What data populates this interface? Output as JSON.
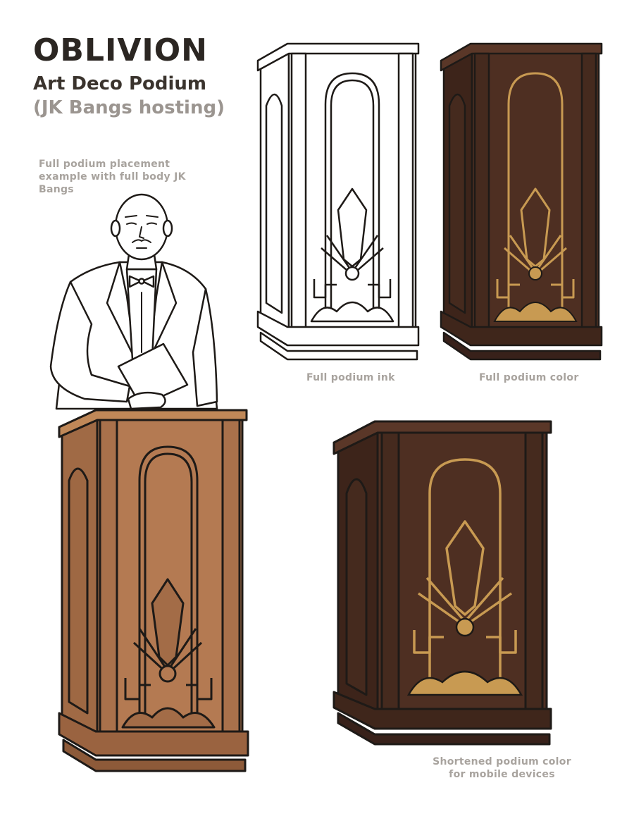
{
  "header": {
    "title": "OBLIVION",
    "subtitle_line1": "Art Deco Podium",
    "subtitle_line2": "(JK Bangs hosting)"
  },
  "captions": {
    "placement": "Full podium placement example with full body JK Bangs",
    "ink": "Full podium ink",
    "color": "Full podium color",
    "shortened": "Shortened podium color for mobile devices"
  },
  "colors": {
    "ink": "#1e1a17",
    "light_wood": "#b47a52",
    "light_wood_side": "#a06a45",
    "dark_wood": "#4e2f22",
    "dark_wood_side": "#3d241a",
    "brass": "#c89a52",
    "caption_gray": "#a8a39e"
  }
}
